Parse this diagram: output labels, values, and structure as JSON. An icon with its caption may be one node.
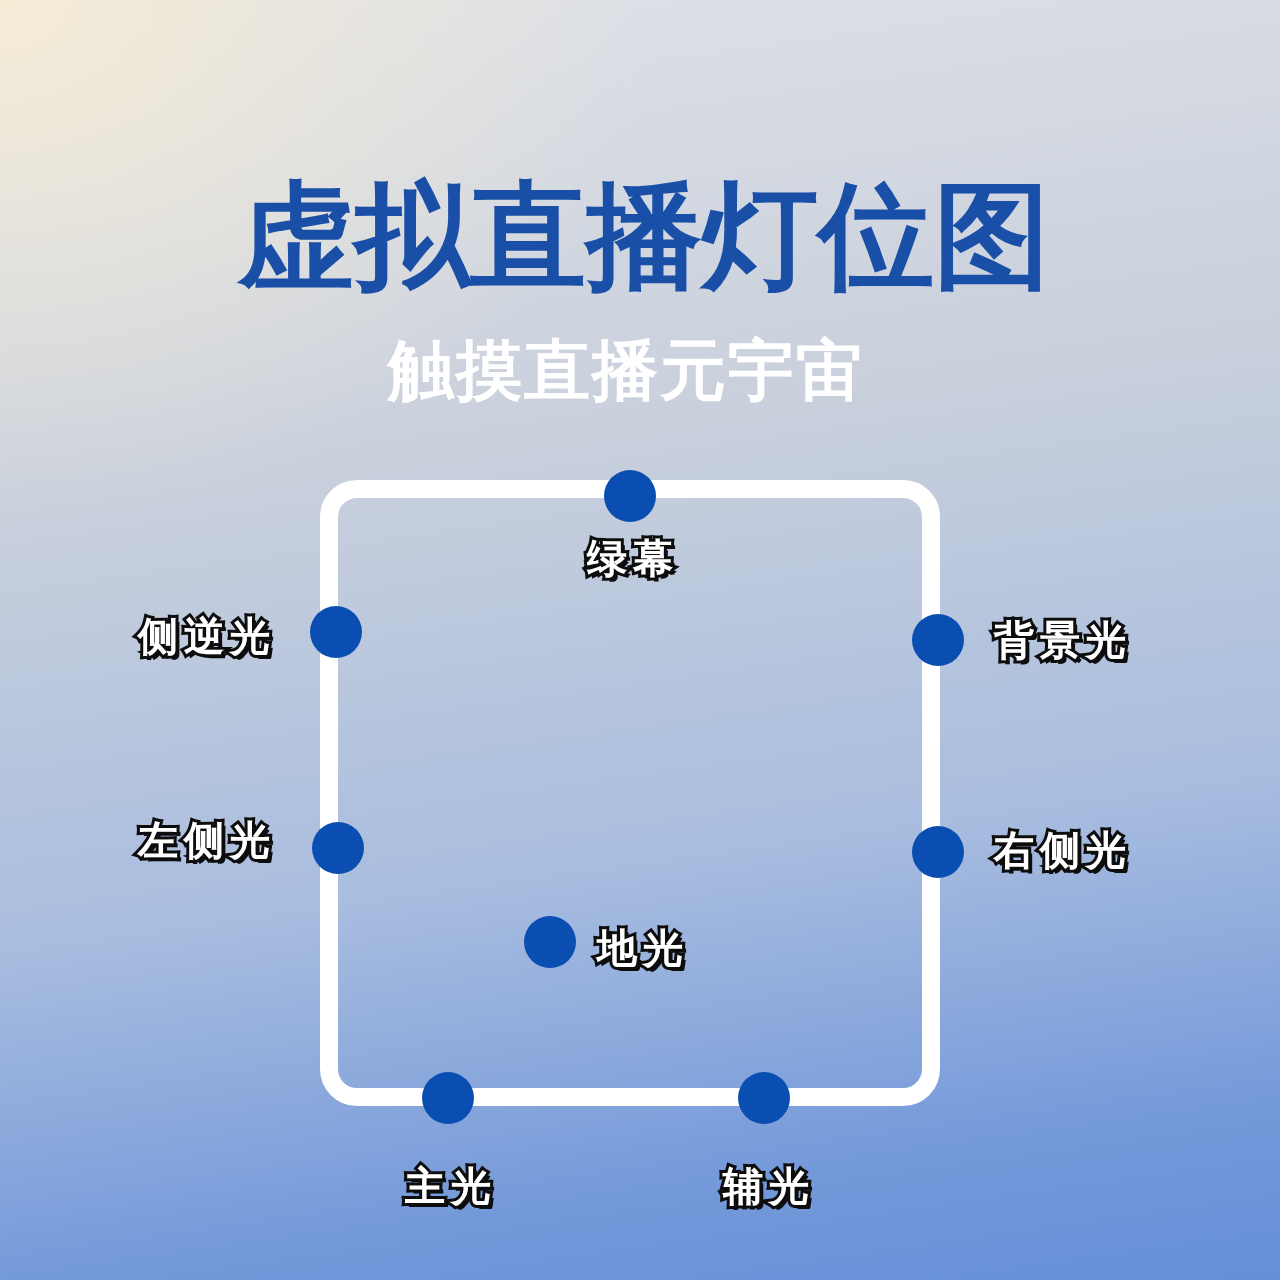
{
  "diagram": {
    "title": "虚拟直播灯位图",
    "nodes": [
      {
        "text": [],
        "shape": "circle",
        "beside": [
          "绿幕"
        ]
      },
      {
        "text": [],
        "shape": "circle",
        "beside": [
          "侧逆光"
        ]
      },
      {
        "text": [],
        "shape": "circle",
        "beside": [
          "背景光"
        ]
      },
      {
        "text": [],
        "shape": "circle",
        "beside": [
          "左侧光"
        ]
      },
      {
        "text": [],
        "shape": "circle",
        "beside": [
          "右侧光"
        ]
      },
      {
        "text": [],
        "shape": "circle",
        "beside": [
          "地光"
        ]
      },
      {
        "text": [],
        "shape": "circle",
        "beside": [
          "主光"
        ]
      },
      {
        "text": [],
        "shape": "circle",
        "beside": [
          "辅光"
        ]
      }
    ],
    "labels": [
      "触摸直播元宇宙"
    ]
  }
}
